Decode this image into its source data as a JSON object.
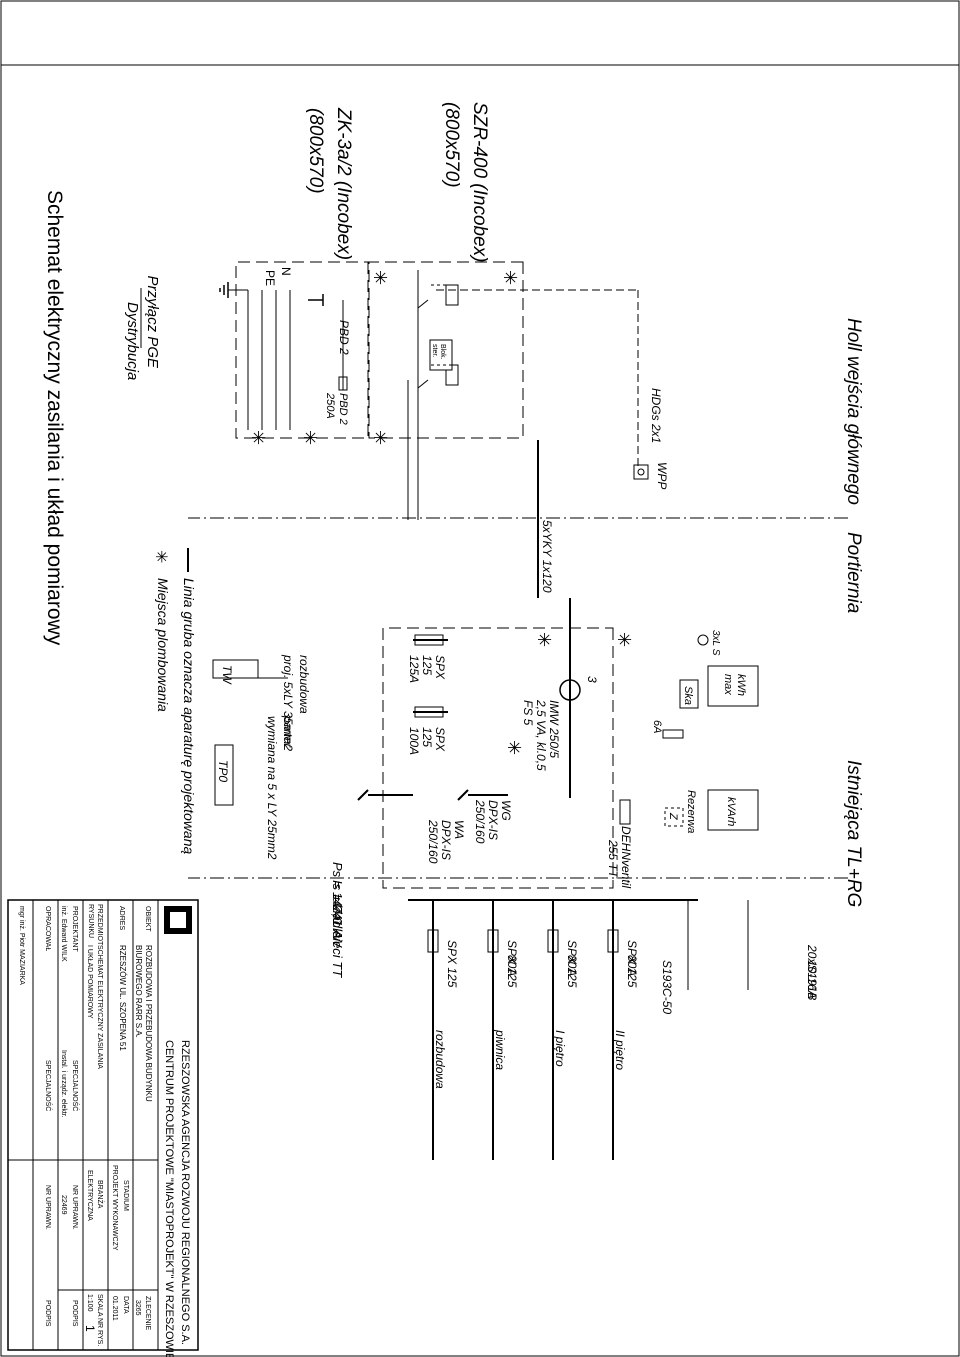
{
  "title": "Schemat elektryczny zasilania i układ pomiarowy",
  "cabinets": {
    "szr": {
      "name": "SZR-400 (Incobex)",
      "size": "(800x570)",
      "block_label_1": "Blok.",
      "block_label_2": "ster."
    },
    "zk": {
      "name": "ZK-3a/2 (Incobex)",
      "size": "(800x570)"
    }
  },
  "areas": {
    "holl": "Holl wejścia głównego",
    "portiernia": "Portiernia",
    "istniejaca": "Istniejąca TL+RG"
  },
  "pge": {
    "label1": "Przyłącz PGE",
    "label2": "Dystrybucja"
  },
  "zk_labels": {
    "n": "N",
    "pe": "PE",
    "pbd": "PBD 2",
    "pbd_fuse_1": "PBD 2",
    "pbd_fuse_2": "250A"
  },
  "szr_labels": {
    "hdgs": "HDGs 2x1",
    "wpp": "WPP"
  },
  "cable": "5xYKY 1x120",
  "legend": {
    "line": "Linia gruba oznacza aparaturę projektowaną",
    "seal": "Miejsca plombowania"
  },
  "tw_block": {
    "tw": "TW",
    "rozbudowa": "rozbudowa",
    "proj": "proj. 5xLY 35mm2",
    "parter": "parter",
    "wymiana": "wymiana na 5 x LY 25mm2",
    "tp0": "TP0"
  },
  "fuses": {
    "f125_1": "SPX",
    "f125_2": "125",
    "f125_3": "125A",
    "f100_1": "SPX",
    "f100_2": "125",
    "f100_3": "100A"
  },
  "measuring": {
    "imw_1": "IMW 250/5",
    "imw_2": "2,5 VA, kl.0,5",
    "imw_3": "FS 5",
    "ct3": "3",
    "kwh_1": "kWh",
    "kwh_2": "max",
    "ska": "Ska",
    "fuse6a": "6A",
    "lamps": "3xL S",
    "kvarh": "kVArh",
    "rezerwa": "Rezerwa",
    "z": "Z"
  },
  "switches": {
    "wg_1": "WG",
    "wg_2": "DPX-IS",
    "wg_3": "250/160",
    "wa_1": "WA",
    "wa_2": "DPX-IS",
    "wa_3": "250/160",
    "dehn_1": "DEHNventil",
    "dehn_2": "255 TT"
  },
  "params": {
    "ps": "Ps = 147,0 kW",
    "is": "Is = 241 A",
    "uklad": "układ sieci TT"
  },
  "breakers": {
    "s20_1": "20xS191B",
    "s20_2": "10-16A",
    "s193": "S193C-50"
  },
  "outputs": [
    {
      "fuse_1": "SPX 125",
      "fuse_2": "80A",
      "label": "II piętro"
    },
    {
      "fuse_1": "SPX 125",
      "fuse_2": "80A",
      "label": "I piętro"
    },
    {
      "fuse_1": "SPX 125",
      "fuse_2": "80A",
      "label": "piwnica"
    },
    {
      "fuse_1": "SPX 125",
      "fuse_2": "",
      "label": "rozbudowa"
    }
  ],
  "title_block": {
    "company_1": "RZESZOWSKA AGENCJA ROZWOJU REGIONALNEGO  S.A.",
    "company_2": "CENTRUM PROJEKTOWE \"MIASTOPROJEKT\" W RZESZOWIE",
    "obiekt_label": "OBIEKT",
    "obiekt_1": "ROZBUDOWA I PRZEBUDOWA BUDYNKU",
    "obiekt_2": "BIUROWEGO RARR S.A.",
    "zlecenie_label": "ZLECENIE",
    "zlecenie": "3265",
    "adres_label": "ADRES",
    "adres": "RZESZÓW  UL. SZOPENA 51",
    "stadium_label": "STADIUM",
    "stadium": "PROJEKT WYKONAWCZY",
    "data_label": "DATA",
    "data": "01.2011",
    "przedmiot_label_1": "PRZEDMIOT",
    "przedmiot_label_2": "RYSUNKU",
    "przedmiot_1": "SCHEMAT ELEKTRYCZNY ZASILANIA",
    "przedmiot_2": "I UKŁAD POMIAROWY",
    "branza_label": "BRANŻA",
    "branza": "ELEKTRYCZNA",
    "skala_label": "SKALA",
    "skala": "1:100",
    "nr_rys_label": "NR RYS.",
    "nr_rys": "1",
    "projektant_label": "PROJEKTANT",
    "specjalnosc_label": "SPECJALNOŚĆ",
    "nr_upr_label": "NR UPRAWN.",
    "podpis_label": "PODPIS",
    "projektant": "inż. Edward WILK",
    "projektant_spec": "Instal. i urządz. elektr.",
    "projektant_nr": "22469",
    "opracowal_label": "OPRACOWAŁ",
    "opracowal_spec": "SPECJALNOŚĆ",
    "opracowal_nr": "NR UPRAWN.",
    "opracowal_podpis": "PODPIS",
    "opracowal": "mgr inż. Piotr MAZIARKA"
  }
}
